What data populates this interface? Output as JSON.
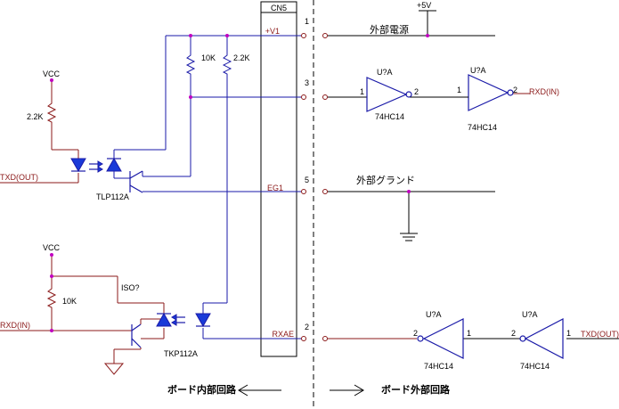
{
  "connector": {
    "name": "CN5",
    "pins": [
      {
        "num": "1",
        "signal": "+V1"
      },
      {
        "num": "3",
        "signal": ""
      },
      {
        "num": "5",
        "signal": "EG1"
      },
      {
        "num": "2",
        "signal": "RXAE"
      }
    ]
  },
  "left": {
    "vcc_top": "VCC",
    "vcc_bottom": "VCC",
    "r_2k2_left": "2.2K",
    "r_10k_top": "10K",
    "r_2k2_top": "2.2K",
    "r_10k_bottom": "10K",
    "txd_out": "TXD(OUT)",
    "rxd_in": "RXD(IN)",
    "opto_top": "TLP112A",
    "opto_bottom": "TKP112A",
    "iso_label": "ISO?",
    "footer": "ボード内部回路"
  },
  "right": {
    "plus5v": "+5V",
    "ext_power": "外部電源",
    "ext_ground": "外部グランド",
    "rxd_in": "RXD(IN)",
    "txd_out": "TXD(OUT)",
    "gates": [
      {
        "ref": "U?A",
        "part": "74HC14",
        "in_pin": "1",
        "out_pin": "2"
      },
      {
        "ref": "U?A",
        "part": "74HC14",
        "in_pin": "1",
        "out_pin": "2"
      },
      {
        "ref": "U?A",
        "part": "74HC14",
        "in_pin": "2",
        "out_pin": "1"
      },
      {
        "ref": "U?A",
        "part": "74HC14",
        "in_pin": "2",
        "out_pin": "1"
      }
    ],
    "footer": "ボード外部回路"
  }
}
